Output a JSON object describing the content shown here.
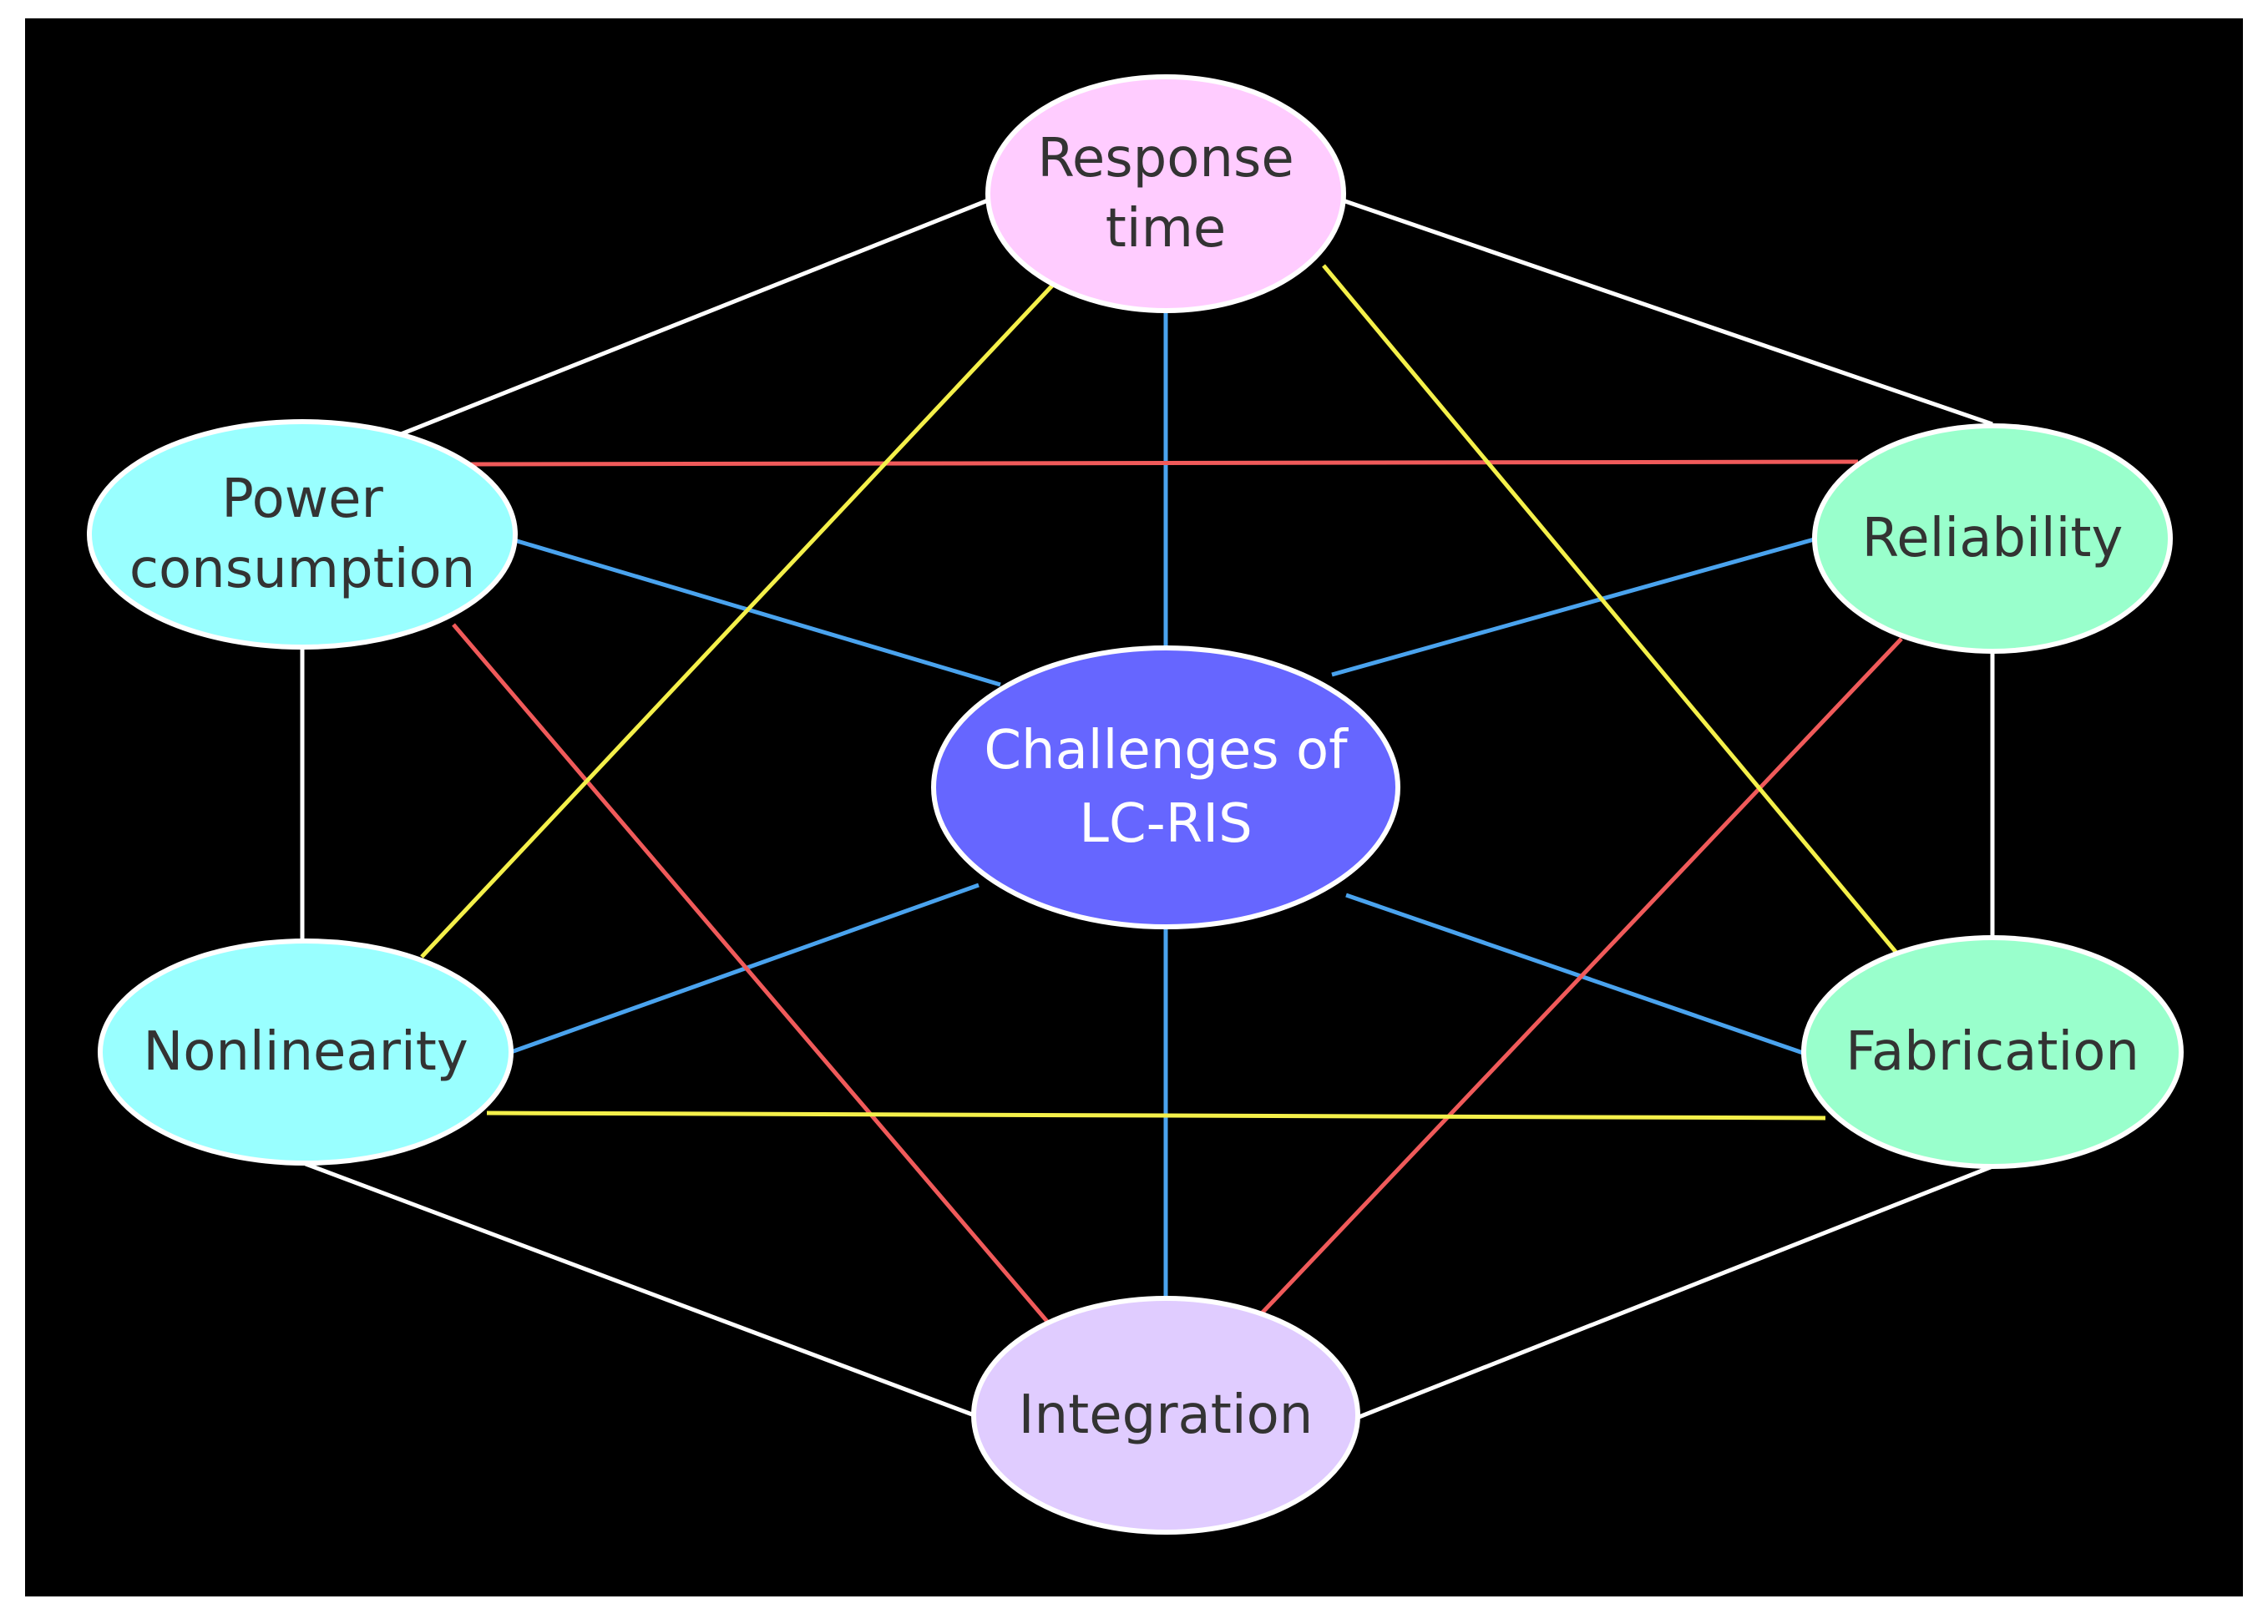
{
  "colors": {
    "background": "#000000",
    "edge_outer": "#ffffff",
    "edge_spoke": "#4aa3ee",
    "edge_red": "#f05a5a",
    "edge_yellow": "#f4f04a"
  },
  "center": {
    "lines": [
      "Challenges of",
      "LC-RIS"
    ],
    "fill": "#6666ff"
  },
  "nodes": [
    {
      "id": "response_time",
      "lines": [
        "Response",
        "time"
      ],
      "fill": "#ffccff"
    },
    {
      "id": "power_consumption",
      "lines": [
        "Power",
        "consumption"
      ],
      "fill": "#99ffff"
    },
    {
      "id": "reliability",
      "lines": [
        "Reliability"
      ],
      "fill": "#99ffcc"
    },
    {
      "id": "nonlinearity",
      "lines": [
        "Nonlinearity"
      ],
      "fill": "#99ffff"
    },
    {
      "id": "fabrication",
      "lines": [
        "Fabrication"
      ],
      "fill": "#99ffcc"
    },
    {
      "id": "integration",
      "lines": [
        "Integration"
      ],
      "fill": "#e0ccff"
    }
  ],
  "edges": [
    {
      "from": "response_time",
      "to": "power_consumption",
      "color": "edge_outer"
    },
    {
      "from": "response_time",
      "to": "reliability",
      "color": "edge_outer"
    },
    {
      "from": "power_consumption",
      "to": "nonlinearity",
      "color": "edge_outer"
    },
    {
      "from": "reliability",
      "to": "fabrication",
      "color": "edge_outer"
    },
    {
      "from": "nonlinearity",
      "to": "integration",
      "color": "edge_outer"
    },
    {
      "from": "fabrication",
      "to": "integration",
      "color": "edge_outer"
    },
    {
      "from": "center",
      "to": "response_time",
      "color": "edge_spoke"
    },
    {
      "from": "center",
      "to": "power_consumption",
      "color": "edge_spoke"
    },
    {
      "from": "center",
      "to": "reliability",
      "color": "edge_spoke"
    },
    {
      "from": "center",
      "to": "nonlinearity",
      "color": "edge_spoke"
    },
    {
      "from": "center",
      "to": "fabrication",
      "color": "edge_spoke"
    },
    {
      "from": "center",
      "to": "integration",
      "color": "edge_spoke"
    },
    {
      "from": "power_consumption",
      "to": "reliability",
      "color": "edge_red"
    },
    {
      "from": "power_consumption",
      "to": "integration",
      "color": "edge_red"
    },
    {
      "from": "reliability",
      "to": "integration",
      "color": "edge_red"
    },
    {
      "from": "response_time",
      "to": "nonlinearity",
      "color": "edge_yellow"
    },
    {
      "from": "response_time",
      "to": "fabrication",
      "color": "edge_yellow"
    },
    {
      "from": "nonlinearity",
      "to": "fabrication",
      "color": "edge_yellow"
    }
  ]
}
